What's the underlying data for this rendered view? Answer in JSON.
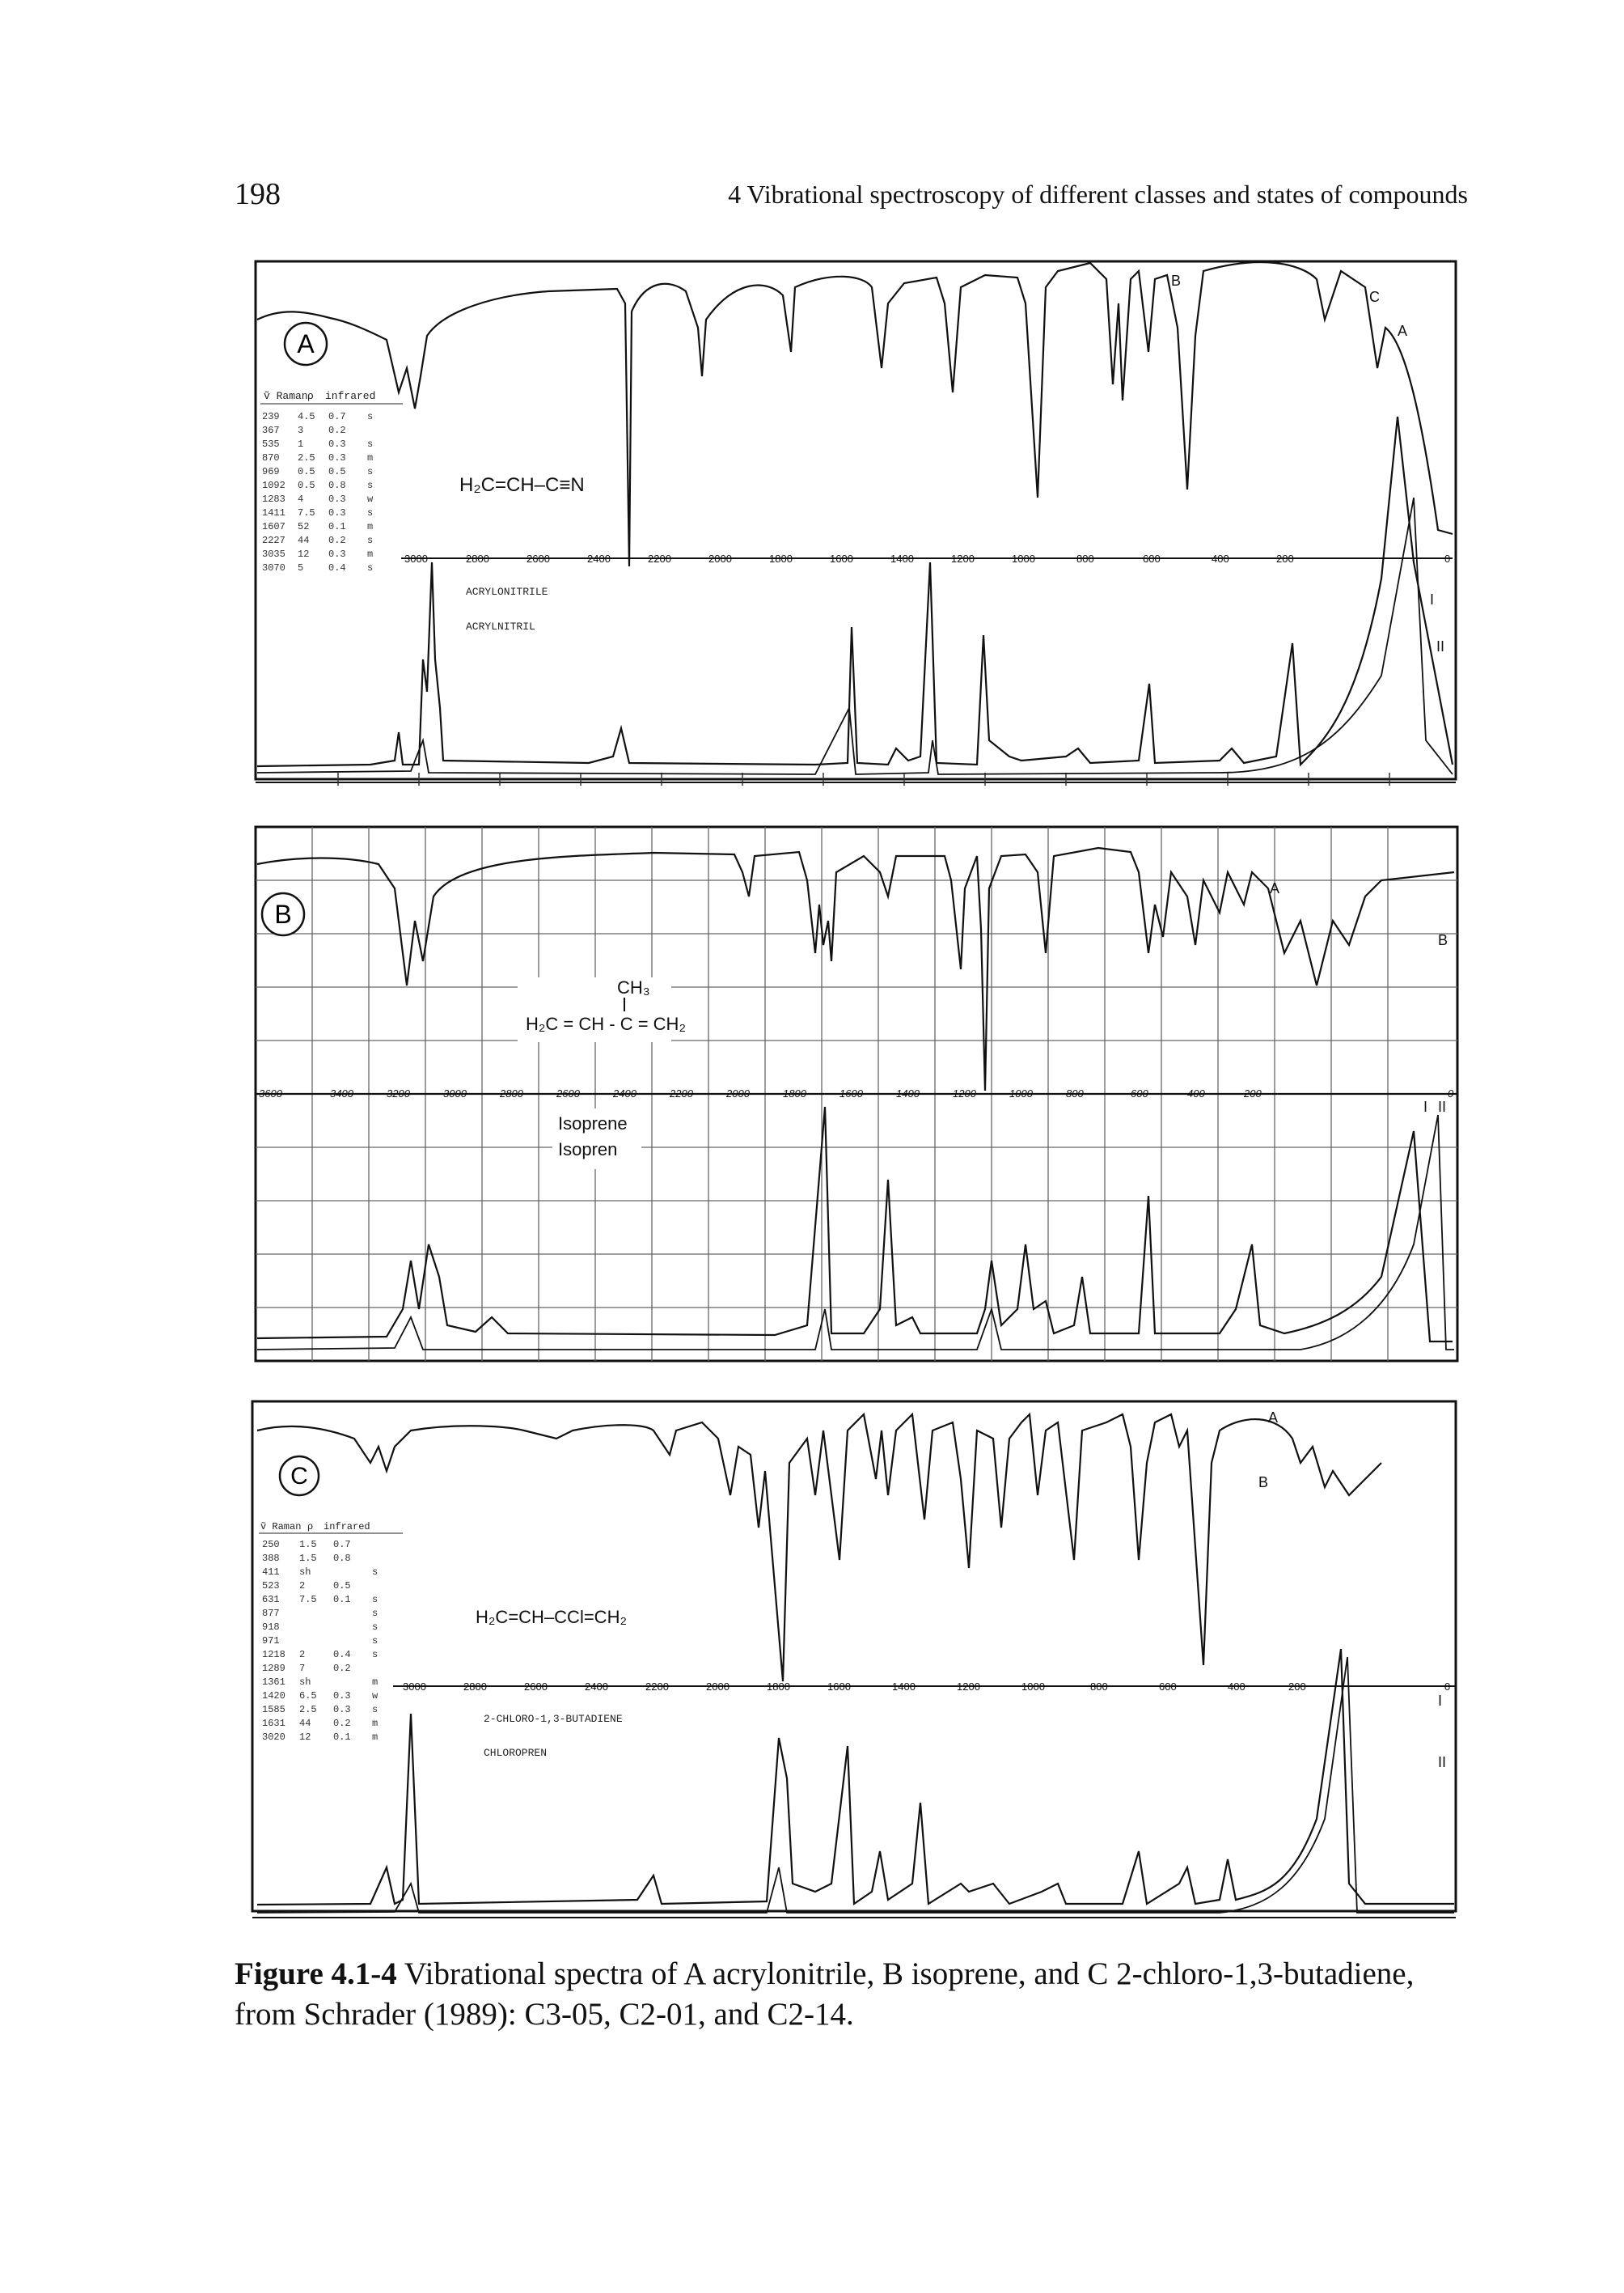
{
  "header": {
    "page_number": "198",
    "running_head": "4 Vibrational spectroscopy of different classes and states of compounds"
  },
  "panels": [
    {
      "id": "A",
      "circle_label": "A",
      "formula": "H₂C=CH–C≡N",
      "name_en": "ACRYLONITRILE",
      "name_de": "ACRYLNITRIL",
      "table_header": [
        "ṽ Raman",
        "ρ",
        "infrared"
      ],
      "table_rows": [
        [
          "239",
          "4.5",
          "0.7",
          "s"
        ],
        [
          "367",
          "3",
          "0.2",
          ""
        ],
        [
          "535",
          "1",
          "0.3",
          "s"
        ],
        [
          "870",
          "2.5",
          "0.3",
          "m"
        ],
        [
          "969",
          "0.5",
          "0.5",
          "s"
        ],
        [
          "1092",
          "0.5",
          "0.8",
          "s"
        ],
        [
          "1283",
          "4",
          "0.3",
          "w"
        ],
        [
          "1411",
          "7.5",
          "0.3",
          "s"
        ],
        [
          "1607",
          "52",
          "0.1",
          "m"
        ],
        [
          "2227",
          "44",
          "0.2",
          "s"
        ],
        [
          "3035",
          "12",
          "0.3",
          "m"
        ],
        [
          "3070",
          "5",
          "0.4",
          "s"
        ]
      ],
      "curve_labels": [
        "A",
        "B",
        "C",
        "I",
        "II"
      ],
      "wavenumber_ticks": [
        "3000",
        "2800",
        "2600",
        "2400",
        "2200",
        "2000",
        "1800",
        "1600",
        "1400",
        "1200",
        "1000",
        "800",
        "600",
        "400",
        "200",
        "0"
      ]
    },
    {
      "id": "B",
      "circle_label": "B",
      "formula_top": "CH₃",
      "formula": "H₂C = CH - C = CH₂",
      "name_en": "Isoprene",
      "name_de": "Isopren",
      "curve_labels": [
        "A",
        "B",
        "I",
        "II"
      ],
      "wavenumber_ticks": [
        "3600",
        "3400",
        "3200",
        "3000",
        "2800",
        "2600",
        "2400",
        "2200",
        "2000",
        "1800",
        "1600",
        "1400",
        "1200",
        "1000",
        "800",
        "600",
        "400",
        "200",
        "0"
      ]
    },
    {
      "id": "C",
      "circle_label": "C",
      "formula": "H₂C=CH–CCl=CH₂",
      "name_en": "2-CHLORO-1,3-BUTADIENE",
      "name_de": "CHLOROPREN",
      "table_header": [
        "ṽ Raman",
        "ρ",
        "infrared"
      ],
      "table_rows": [
        [
          "250",
          "1.5",
          "0.7",
          ""
        ],
        [
          "388",
          "1.5",
          "0.8",
          ""
        ],
        [
          "411",
          "sh",
          "",
          "s"
        ],
        [
          "523",
          "2",
          "0.5",
          ""
        ],
        [
          "631",
          "7.5",
          "0.1",
          "s"
        ],
        [
          "877",
          "",
          "",
          "s"
        ],
        [
          "918",
          "",
          "",
          "s"
        ],
        [
          "971",
          "",
          "",
          "s"
        ],
        [
          "1218",
          "2",
          "0.4",
          "s"
        ],
        [
          "1289",
          "7",
          "0.2",
          ""
        ],
        [
          "1361",
          "sh",
          "",
          "m"
        ],
        [
          "1420",
          "6.5",
          "0.3",
          "w"
        ],
        [
          "1585",
          "2.5",
          "0.3",
          "s"
        ],
        [
          "1631",
          "44",
          "0.2",
          "m"
        ],
        [
          "3020",
          "12",
          "0.1",
          "m"
        ]
      ],
      "curve_labels": [
        "A",
        "B",
        "I",
        "II"
      ],
      "wavenumber_ticks": [
        "3000",
        "2800",
        "2600",
        "2400",
        "2200",
        "2000",
        "1800",
        "1600",
        "1400",
        "1200",
        "1000",
        "800",
        "600",
        "400",
        "200",
        "0"
      ]
    }
  ],
  "caption": {
    "label": "Figure 4.1-4",
    "text": " Vibrational spectra of A acrylonitrile, B isoprene, and C 2-chloro-1,3-butadiene, from Schrader (1989): C3-05, C2-01, and C2-14."
  }
}
